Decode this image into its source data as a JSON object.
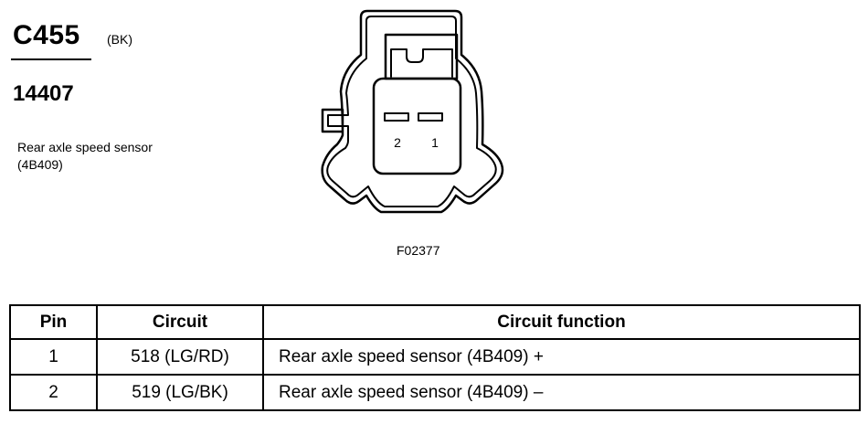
{
  "connector": {
    "id": "C455",
    "color": "(BK)",
    "part_number": "14407",
    "component": "Rear axle speed sensor (4B409)"
  },
  "diagram": {
    "pin_labels": [
      "2",
      "1"
    ],
    "figure_id": "F02377"
  },
  "table": {
    "headers": [
      "Pin",
      "Circuit",
      "Circuit function"
    ],
    "rows": [
      {
        "pin": "1",
        "circuit": "518 (LG/RD)",
        "function": "Rear axle speed sensor (4B409) +"
      },
      {
        "pin": "2",
        "circuit": "519 (LG/BK)",
        "function": "Rear axle speed sensor (4B409) –"
      }
    ]
  }
}
